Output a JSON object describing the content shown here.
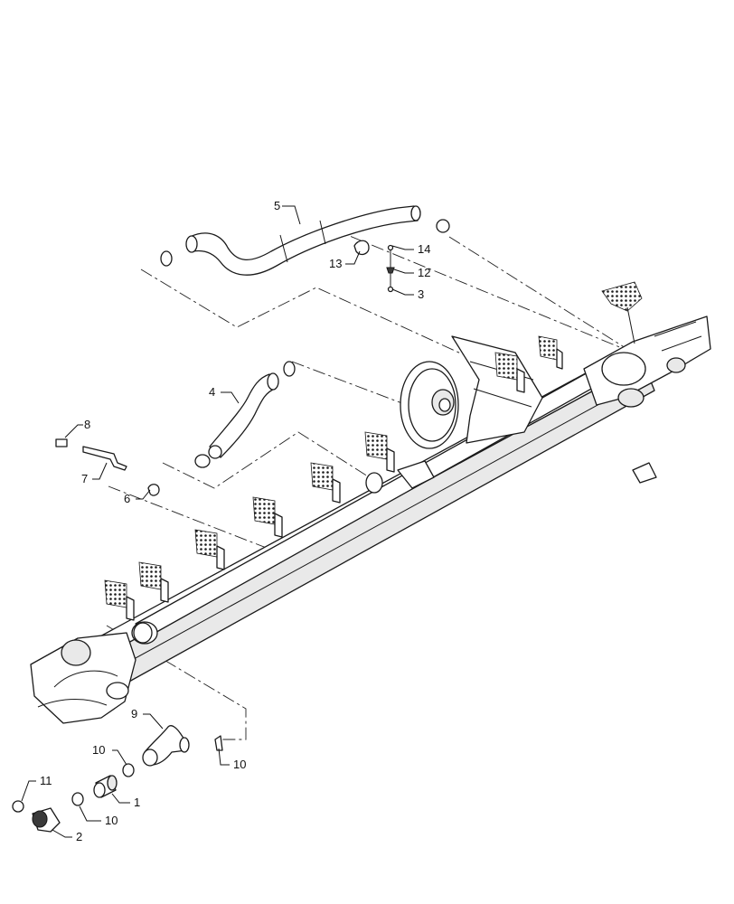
{
  "callouts": [
    {
      "id": "c5",
      "text": "5"
    },
    {
      "id": "c14",
      "text": "14"
    },
    {
      "id": "c13",
      "text": "13"
    },
    {
      "id": "c12",
      "text": "12"
    },
    {
      "id": "c3",
      "text": "3"
    },
    {
      "id": "c4",
      "text": "4"
    },
    {
      "id": "c8",
      "text": "8"
    },
    {
      "id": "c7",
      "text": "7"
    },
    {
      "id": "c6",
      "text": "6"
    },
    {
      "id": "c9",
      "text": "9"
    },
    {
      "id": "c10a",
      "text": "10"
    },
    {
      "id": "c10b",
      "text": "10"
    },
    {
      "id": "c1",
      "text": "1"
    },
    {
      "id": "c11",
      "text": "11"
    },
    {
      "id": "c10c",
      "text": "10"
    },
    {
      "id": "c2",
      "text": "2"
    }
  ]
}
